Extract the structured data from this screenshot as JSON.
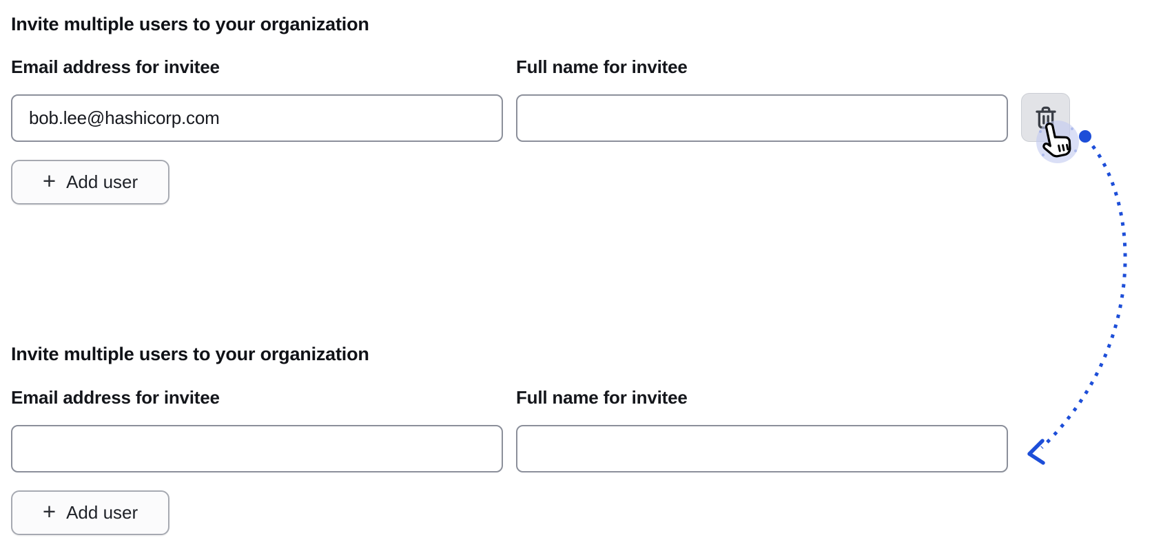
{
  "colors": {
    "accent_blue": "#1d4ed8",
    "halo_lavender": "#c4cbf1",
    "input_border": "#8b8f9a",
    "button_border": "#a6a9b1",
    "trash_button_bg": "#e2e3e7",
    "text_primary": "#14161b"
  },
  "icons": {
    "delete": "trash-icon",
    "add": "plus-icon",
    "pointer": "hand-pointer-cursor",
    "flow": "dotted-curved-arrow"
  },
  "form_before": {
    "heading": "Invite multiple users to your organization",
    "email_label": "Email address for invitee",
    "email_value": "bob.lee@hashicorp.com",
    "name_label": "Full name for invitee",
    "name_value": "",
    "add_button_plus": "+",
    "add_button_label": "Add user"
  },
  "form_after": {
    "heading": "Invite multiple users to your organization",
    "email_label": "Email address for invitee",
    "email_value": "",
    "name_label": "Full name for invitee",
    "name_value": "",
    "add_button_plus": "+",
    "add_button_label": "Add user"
  }
}
